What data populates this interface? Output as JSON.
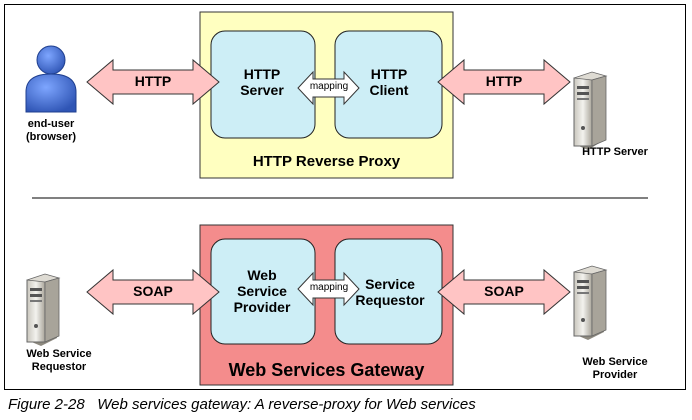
{
  "top": {
    "left_arrow_label": "HTTP",
    "right_arrow_label": "HTTP",
    "mapping_label": "mapping",
    "proxy_title": "HTTP Reverse Proxy",
    "server_box": [
      "HTTP",
      "Server"
    ],
    "client_box": [
      "HTTP",
      "Client"
    ],
    "user_label": [
      "end-user",
      "(browser)"
    ],
    "server_label": "HTTP Server"
  },
  "bottom": {
    "left_arrow_label": "SOAP",
    "right_arrow_label": "SOAP",
    "mapping_label": "mapping",
    "gateway_title": "Web Services Gateway",
    "provider_box": [
      "Web",
      "Service",
      "Provider"
    ],
    "requestor_box": [
      "Service",
      "Requestor"
    ],
    "left_label": [
      "Web Service",
      "Requestor"
    ],
    "right_label": [
      "Web Service",
      "Provider"
    ]
  },
  "caption": {
    "figure": "Figure 2-28",
    "text": "Web services gateway: A reverse-proxy for Web services"
  },
  "colors": {
    "proxy_fill": "#ffffc0",
    "gateway_fill": "#f48c8c",
    "inner_box_fill": "#cdeef6",
    "arrow_fill": "#ffc4c4",
    "user_blue": "#3f6fd0"
  }
}
